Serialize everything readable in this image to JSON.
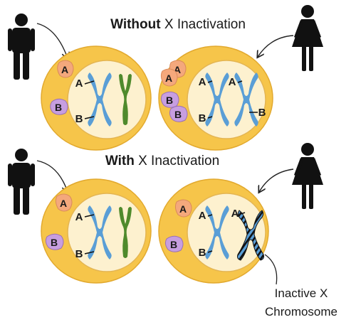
{
  "headings": {
    "without": {
      "bold": "Without",
      "rest": " X Inactivation"
    },
    "with": {
      "bold": "With",
      "rest": " X Inactivation"
    }
  },
  "cells": [
    {
      "id": "male-without",
      "figure": "male",
      "proteins": [
        "A",
        "B"
      ],
      "chromosomes": [
        {
          "type": "X",
          "labels": [
            "A",
            "B"
          ]
        },
        {
          "type": "Y"
        }
      ]
    },
    {
      "id": "female-without",
      "figure": "female",
      "proteins": [
        "A",
        "A",
        "B",
        "B"
      ],
      "chromosomes": [
        {
          "type": "X",
          "labels": [
            "A",
            "B"
          ]
        },
        {
          "type": "X",
          "labels": [
            "A",
            "B"
          ]
        }
      ]
    },
    {
      "id": "male-with",
      "figure": "male",
      "proteins": [
        "A",
        "B"
      ],
      "chromosomes": [
        {
          "type": "X",
          "labels": [
            "A",
            "B"
          ]
        },
        {
          "type": "Y"
        }
      ]
    },
    {
      "id": "female-with",
      "figure": "female",
      "proteins": [
        "A",
        "B"
      ],
      "chromosomes": [
        {
          "type": "X",
          "labels": [
            "A",
            "B"
          ]
        },
        {
          "type": "X-inactive",
          "labels": [
            "A"
          ]
        }
      ]
    }
  ],
  "gene_labels": {
    "a": "A",
    "b": "B"
  },
  "annotation": {
    "line1": "Inactive X",
    "line2": "Chromosome"
  },
  "colors": {
    "outer_cell": "#f6c54a",
    "outer_stroke": "#e2a92e",
    "nucleus": "#fdf1cf",
    "nucleus_stroke": "#e4b552",
    "x_chromosome": "#5a9ed6",
    "y_chromosome": "#4f8a2c",
    "protein_a": "#f4a87c",
    "protein_b": "#c79ee0",
    "inactive_stripe": "#111111"
  }
}
